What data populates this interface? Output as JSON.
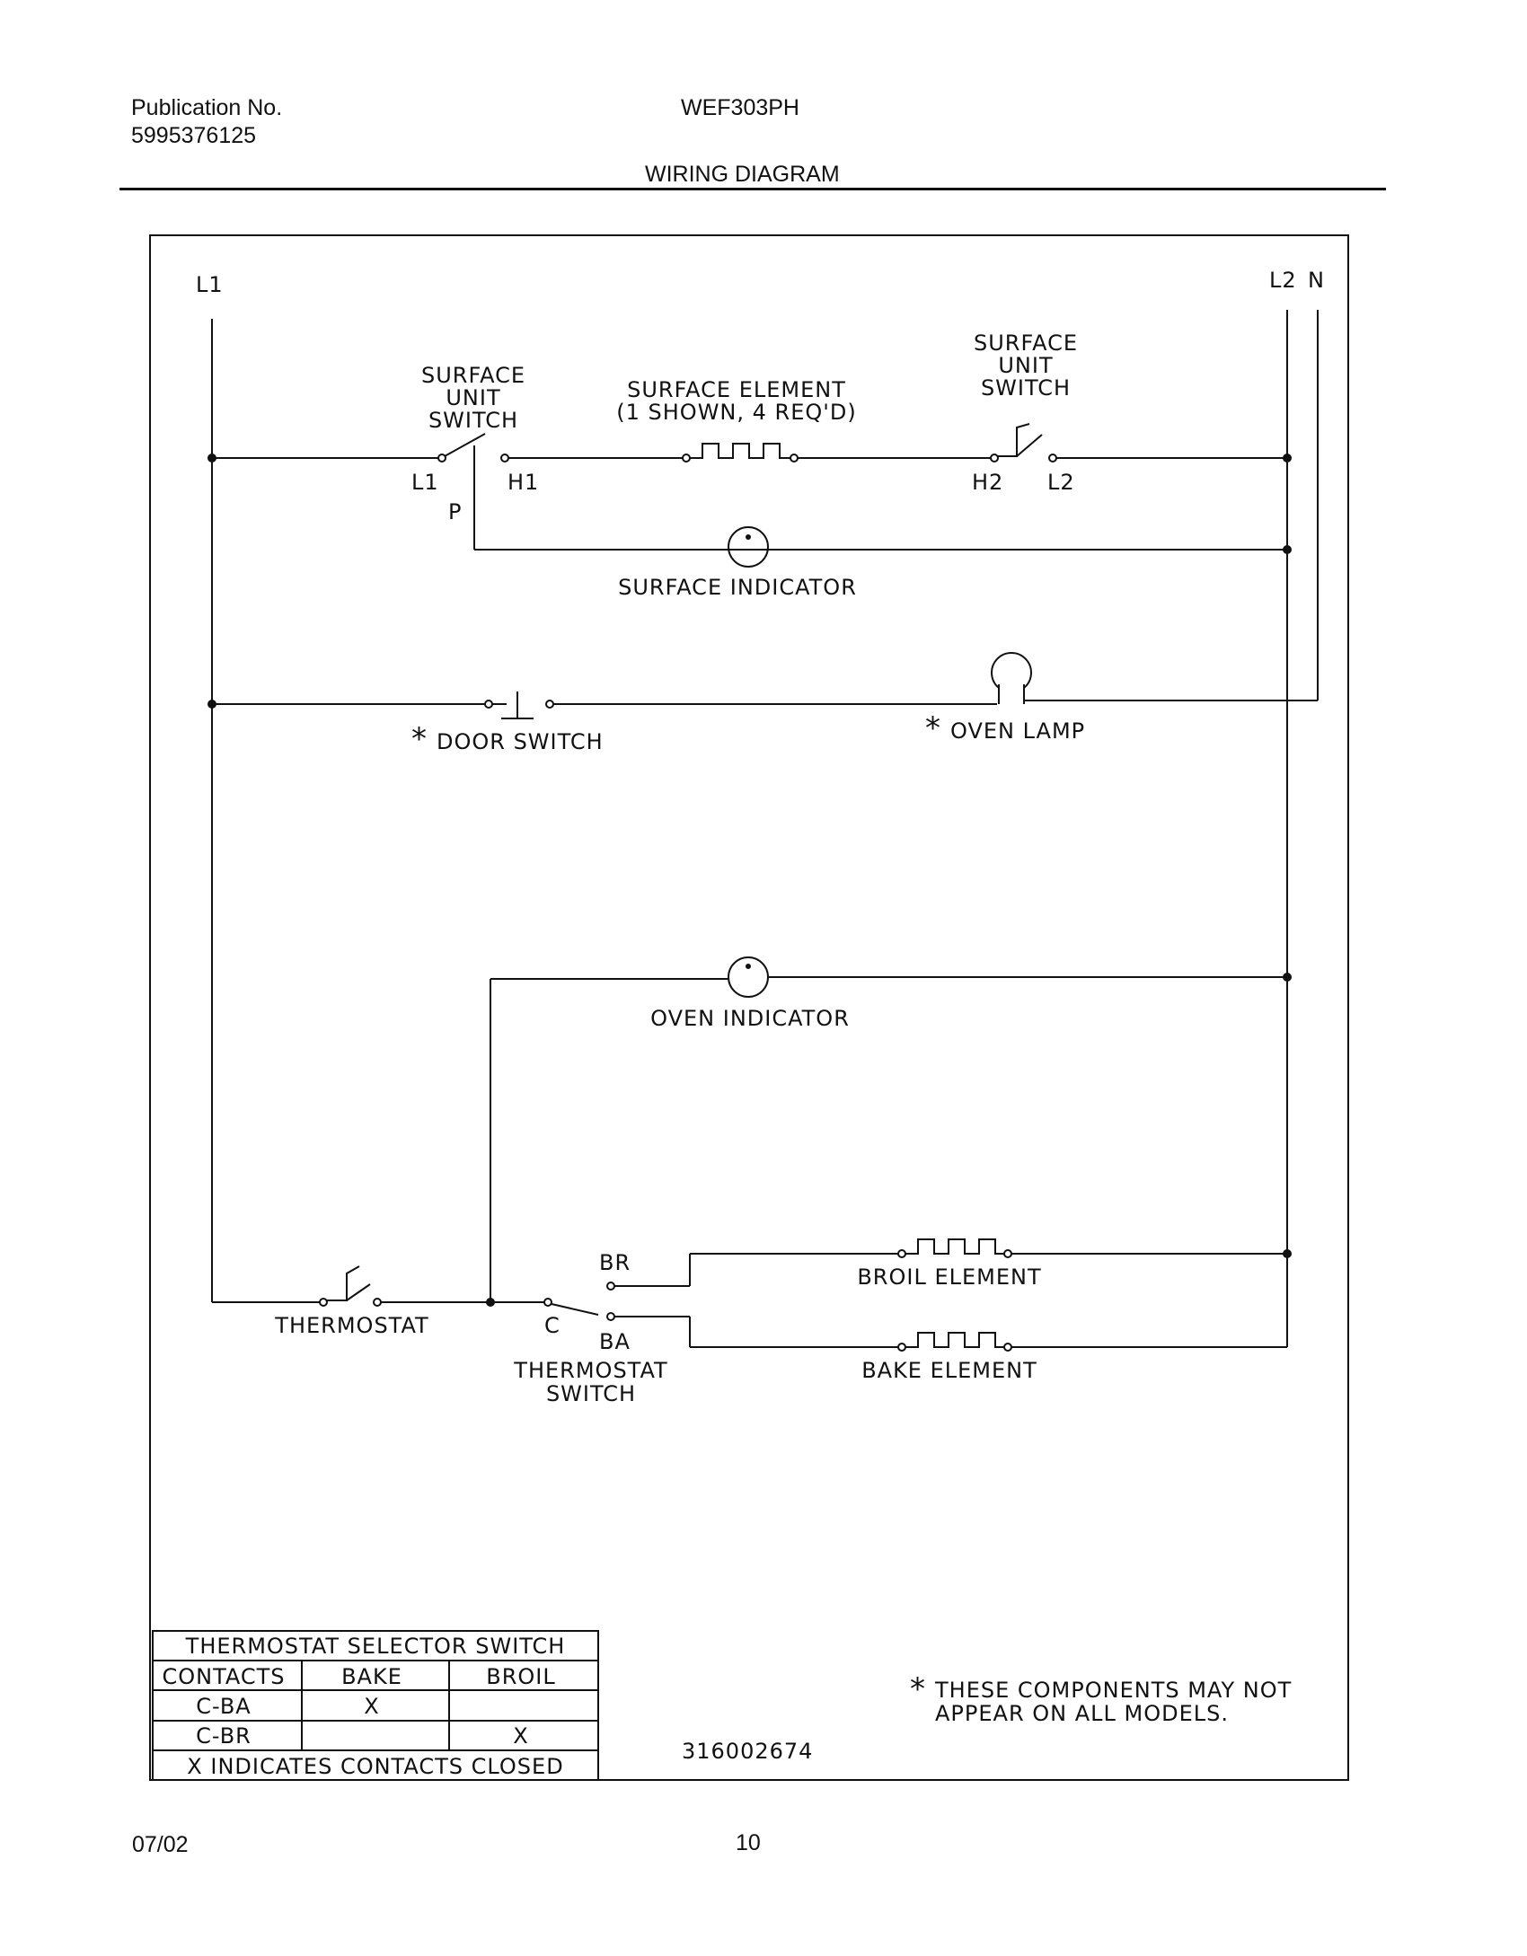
{
  "header": {
    "publication_label": "Publication No.",
    "publication_number": "5995376125",
    "model": "WEF303PH",
    "title": "WIRING DIAGRAM"
  },
  "footer": {
    "date": "07/02",
    "page": "10"
  },
  "diagram": {
    "lines": {
      "l1": "L1",
      "l2": "L2",
      "n": "N"
    },
    "surface_switch_left": {
      "title1": "SURFACE",
      "title2": "UNIT",
      "title3": "SWITCH",
      "t_l1": "L1",
      "t_h1": "H1",
      "t_p": "P"
    },
    "surface_element": {
      "line1": "SURFACE ELEMENT",
      "line2": "(1 SHOWN, 4 REQ'D)"
    },
    "surface_switch_right": {
      "title1": "SURFACE",
      "title2": "UNIT",
      "title3": "SWITCH",
      "t_h2": "H2",
      "t_l2": "L2"
    },
    "surface_indicator": "SURFACE INDICATOR",
    "door_switch": "DOOR SWITCH",
    "oven_lamp": "OVEN LAMP",
    "asterisk": "*",
    "oven_indicator": "OVEN INDICATOR",
    "thermostat": "THERMOSTAT",
    "thermostat_switch": {
      "line1": "THERMOSTAT",
      "line2": "SWITCH",
      "t_c": "C",
      "t_br": "BR",
      "t_ba": "BA"
    },
    "broil_element": "BROIL ELEMENT",
    "bake_element": "BAKE ELEMENT",
    "note_line1": "THESE COMPONENTS MAY NOT",
    "note_line2": "APPEAR ON ALL MODELS.",
    "part_number": "316002674"
  },
  "selector_table": {
    "title": "THERMOSTAT SELECTOR SWITCH",
    "headers": [
      "CONTACTS",
      "BAKE",
      "BROIL"
    ],
    "rows": [
      [
        "C-BA",
        "X",
        ""
      ],
      [
        "C-BR",
        "",
        "X"
      ]
    ],
    "footnote": "X INDICATES CONTACTS CLOSED"
  }
}
